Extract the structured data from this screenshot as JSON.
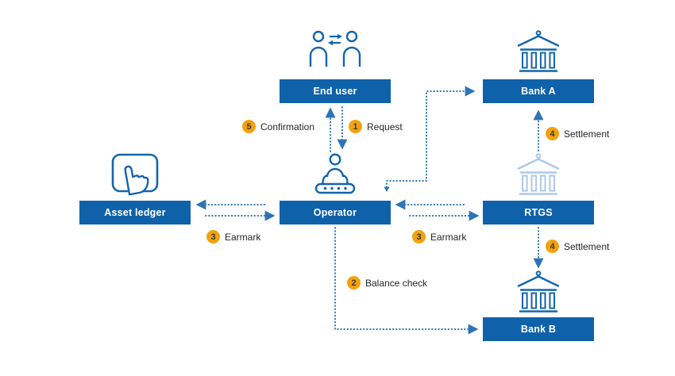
{
  "nodes": {
    "end_user": "End user",
    "bank_a": "Bank A",
    "asset_ledger": "Asset ledger",
    "operator": "Operator",
    "rtgs": "RTGS",
    "bank_b": "Bank B"
  },
  "labels": {
    "request": {
      "num": "1",
      "text": "Request"
    },
    "balance_check": {
      "num": "2",
      "text": "Balance check"
    },
    "earmark_left": {
      "num": "3",
      "text": "Earmark"
    },
    "earmark_right": {
      "num": "3",
      "text": "Earmark"
    },
    "settlement_top": {
      "num": "4",
      "text": "Settlement"
    },
    "settlement_bottom": {
      "num": "4",
      "text": "Settlement"
    },
    "confirmation": {
      "num": "5",
      "text": "Confirmation"
    }
  },
  "icons": {
    "end_user": "people-exchange-icon",
    "operator": "operator-console-icon",
    "asset_ledger": "hand-tap-ledger-icon",
    "bank_a": "bank-building-icon",
    "rtgs": "bank-building-light-icon",
    "bank_b": "bank-building-icon"
  },
  "colors": {
    "node_blue": "#0F62A9",
    "arrow_blue": "#2E74B5",
    "icon_blue": "#1465AC",
    "rtgs_light": "#AEC8E6",
    "badge_orange": "#F2A20C",
    "badge_text": "#3A3A3A",
    "label_text": "#262626"
  }
}
